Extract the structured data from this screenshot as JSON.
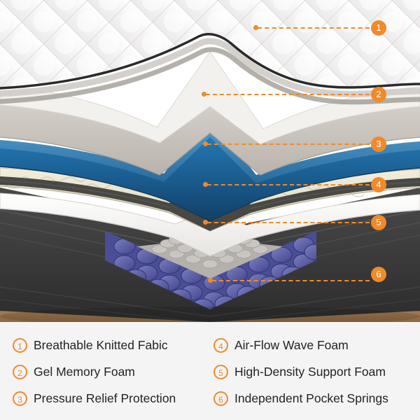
{
  "product": {
    "type": "mattress-cutaway-diagram",
    "accent_color": "#f08a2a",
    "legend_background": "#f4f4f4"
  },
  "callouts": [
    {
      "number": "1",
      "label": "Breathable Knitted Fabic"
    },
    {
      "number": "2",
      "label": "Gel Memory Foam"
    },
    {
      "number": "3",
      "label": "Pressure Relief Protection"
    },
    {
      "number": "4",
      "label": "Air-Flow Wave Foam"
    },
    {
      "number": "5",
      "label": "High-Density Support Foam"
    },
    {
      "number": "6",
      "label": "Independent Pocket Springs"
    }
  ],
  "legend": {
    "column_left": [
      {
        "number": "1",
        "label": "Breathable Knitted Fabic"
      },
      {
        "number": "2",
        "label": "Gel Memory Foam"
      },
      {
        "number": "3",
        "label": "Pressure Relief Protection"
      }
    ],
    "column_right": [
      {
        "number": "4",
        "label": "Air-Flow Wave Foam"
      },
      {
        "number": "5",
        "label": "High-Density Support Foam"
      },
      {
        "number": "6",
        "label": "Independent Pocket Springs"
      }
    ]
  },
  "layers": [
    {
      "name": "knitted-cover",
      "color": "#e9e9e9"
    },
    {
      "name": "gel-memory-foam",
      "color": "#d8d3cd"
    },
    {
      "name": "pressure-relief-layer",
      "color": "#1f6fa8"
    },
    {
      "name": "wave-foam",
      "color": "#efeadb"
    },
    {
      "name": "support-foam",
      "color": "#f7f7f5"
    },
    {
      "name": "pocket-springs",
      "color": "#5a5fa8"
    },
    {
      "name": "side-panel",
      "color": "#3a3a3a"
    },
    {
      "name": "wood-base",
      "color": "#b08a5e"
    }
  ]
}
